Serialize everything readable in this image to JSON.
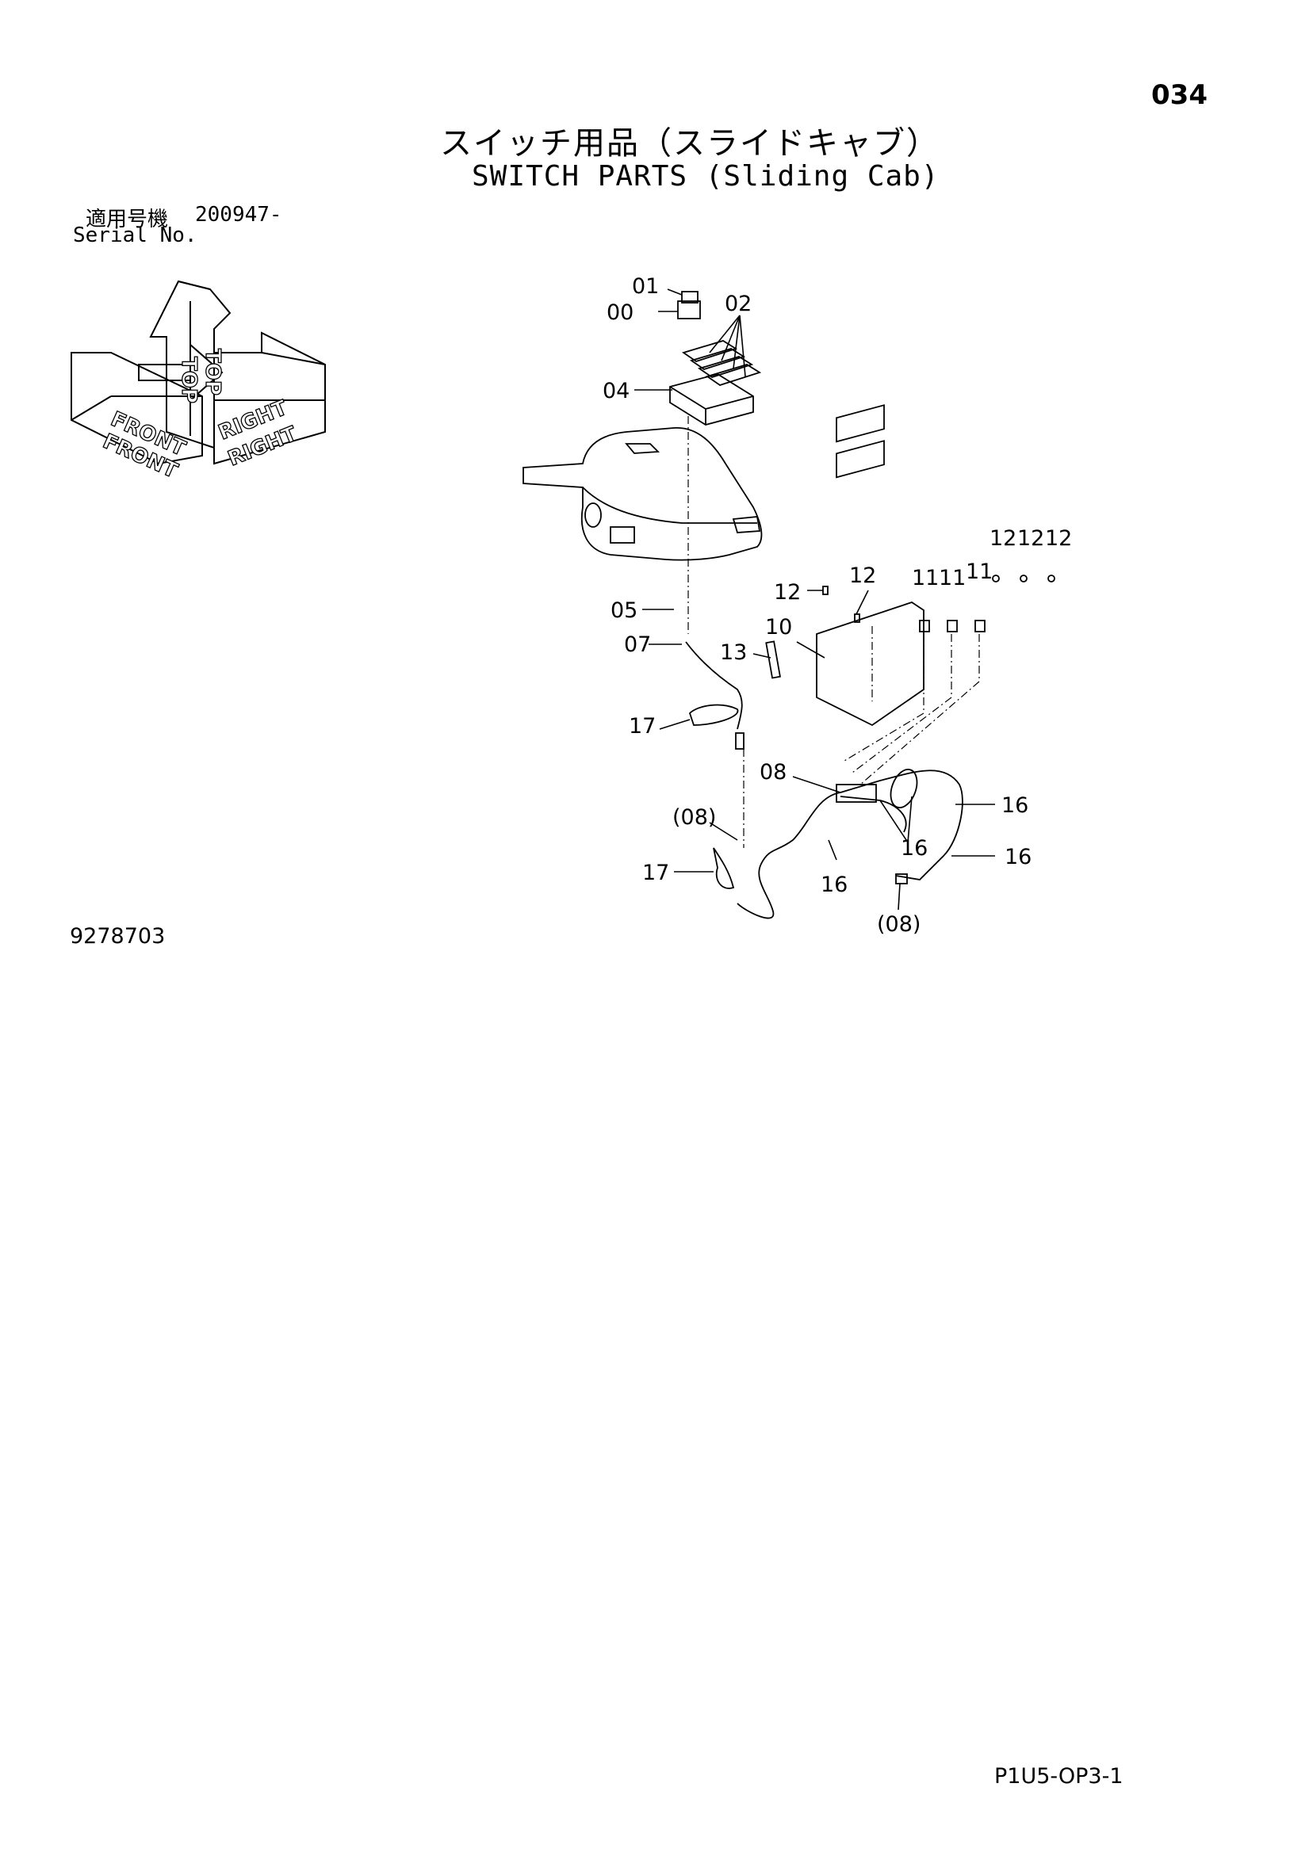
{
  "page_number": "034",
  "title_jp": "スイッチ用品（スライドキャブ）",
  "title_en": "SWITCH PARTS (Sliding Cab)",
  "serial": {
    "label_jp": "適用号機",
    "value": "200947-",
    "label_en": "Serial No."
  },
  "orientation": {
    "front": "FRONT",
    "top": "TOP",
    "right": "RIGHT"
  },
  "drawing_number": "9278703",
  "footer_code": "P1U5-OP3-1",
  "callouts": {
    "c00": "00",
    "c01": "01",
    "c02": "02",
    "c04": "04",
    "c05": "05",
    "c07": "07",
    "c08": "08",
    "c08a": "(08)",
    "c08b": "(08)",
    "c10": "10",
    "c11a": "11",
    "c11b": "11",
    "c11c": "11",
    "c12a": "12",
    "c12b": "12",
    "c12c": "12",
    "c12d": "12",
    "c12e": "12",
    "c13": "13",
    "c16a": "16",
    "c16b": "16",
    "c16c": "16",
    "c16d": "16",
    "c17a": "17",
    "c17b": "17"
  }
}
